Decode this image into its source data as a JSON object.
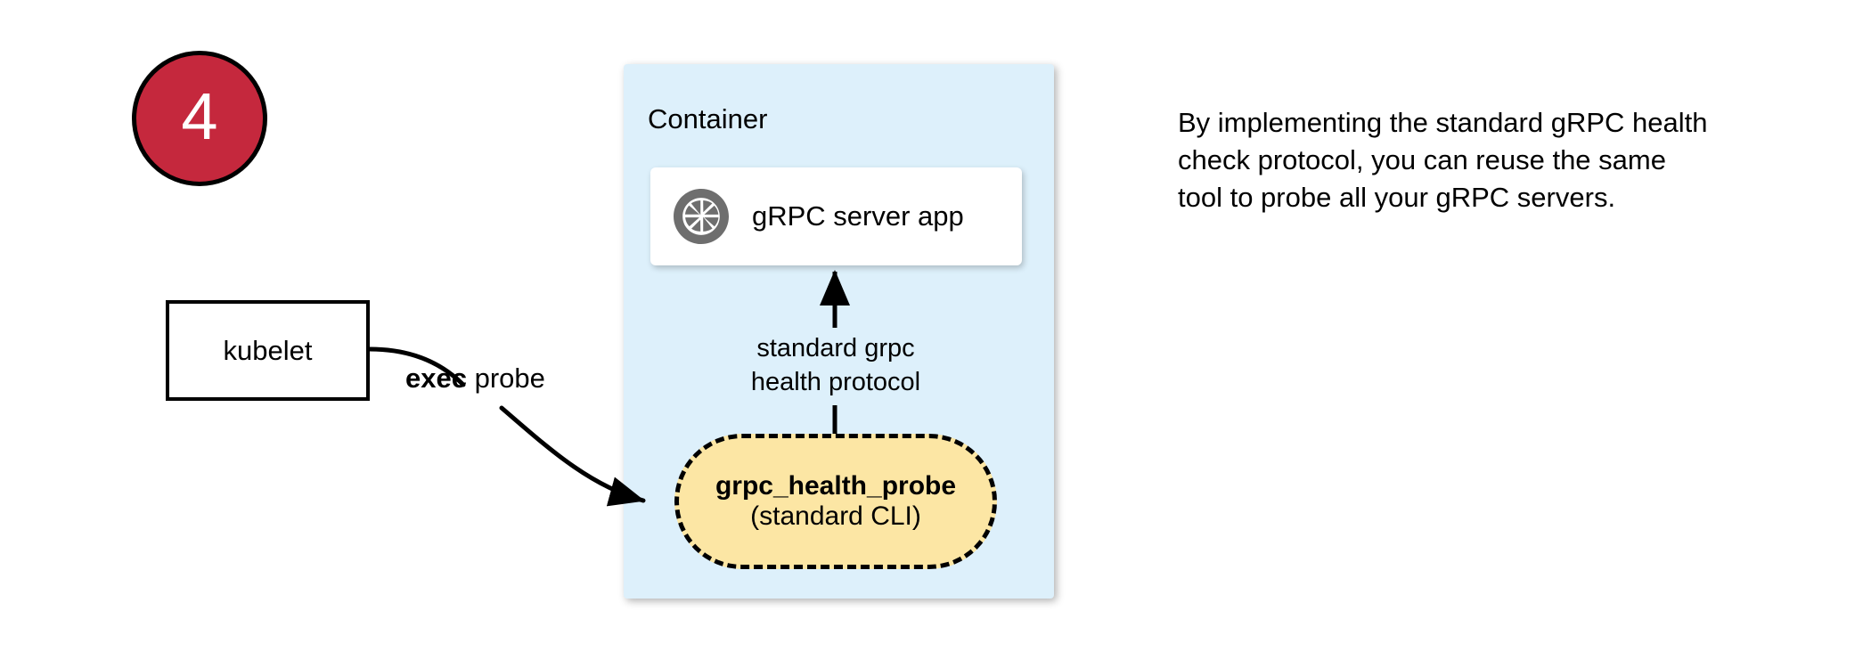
{
  "step": {
    "number": "4"
  },
  "kubelet": {
    "label": "kubelet"
  },
  "exec_probe": {
    "bold_text": "exec",
    "rest_text": " probe"
  },
  "container": {
    "title": "Container",
    "fill_color": "#ddf0fb"
  },
  "server_app": {
    "icon": "grpc-aperture-icon",
    "label": "gRPC server app",
    "icon_color": "#6e6e6e"
  },
  "protocol_arrow": {
    "line1": "standard grpc",
    "line2": "health protocol"
  },
  "probe": {
    "title": "grpc_health_probe",
    "subtitle": "(standard CLI)",
    "fill_color": "#fce6a4",
    "border_style": "dashed"
  },
  "caption": {
    "text": "By implementing the standard gRPC health check protocol, you can reuse the same tool to probe all your gRPC servers."
  },
  "colors": {
    "badge_red": "#c5283d",
    "container_blue": "#ddf0fb",
    "probe_yellow": "#fce6a4",
    "icon_gray": "#6e6e6e",
    "stroke_black": "#000000"
  }
}
